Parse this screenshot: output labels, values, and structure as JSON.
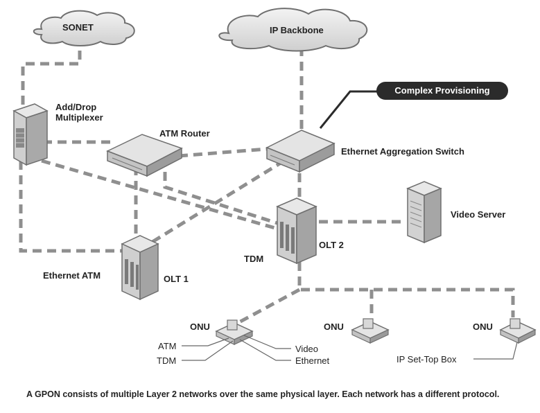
{
  "clouds": {
    "sonet": "SONET",
    "ip_backbone": "IP Backbone"
  },
  "callout": "Complex Provisioning",
  "devices": {
    "add_drop_multiplexer": "Add/Drop\nMultiplexer",
    "atm_router": "ATM Router",
    "ethernet_aggregation_switch": "Ethernet Aggregation Switch",
    "video_server": "Video Server",
    "olt1": "OLT 1",
    "olt1_side": "Ethernet ATM",
    "olt2": "OLT 2",
    "olt2_side": "TDM",
    "onu1": "ONU",
    "onu2": "ONU",
    "onu3": "ONU"
  },
  "onu_ports": {
    "atm": "ATM",
    "tdm": "TDM",
    "video": "Video",
    "ethernet": "Ethernet",
    "settop": "IP Set-Top Box"
  },
  "caption": "A GPON consists of multiple Layer 2 networks over the same physical layer. Each network has a different protocol.",
  "colors": {
    "link": "#8f8f8f",
    "device_light": "#dcdcdc",
    "device_mid": "#b5b5b5",
    "device_dark": "#7a7a7a",
    "cloud": "#e6e6e6",
    "callout_bg": "#2b2b2b"
  }
}
